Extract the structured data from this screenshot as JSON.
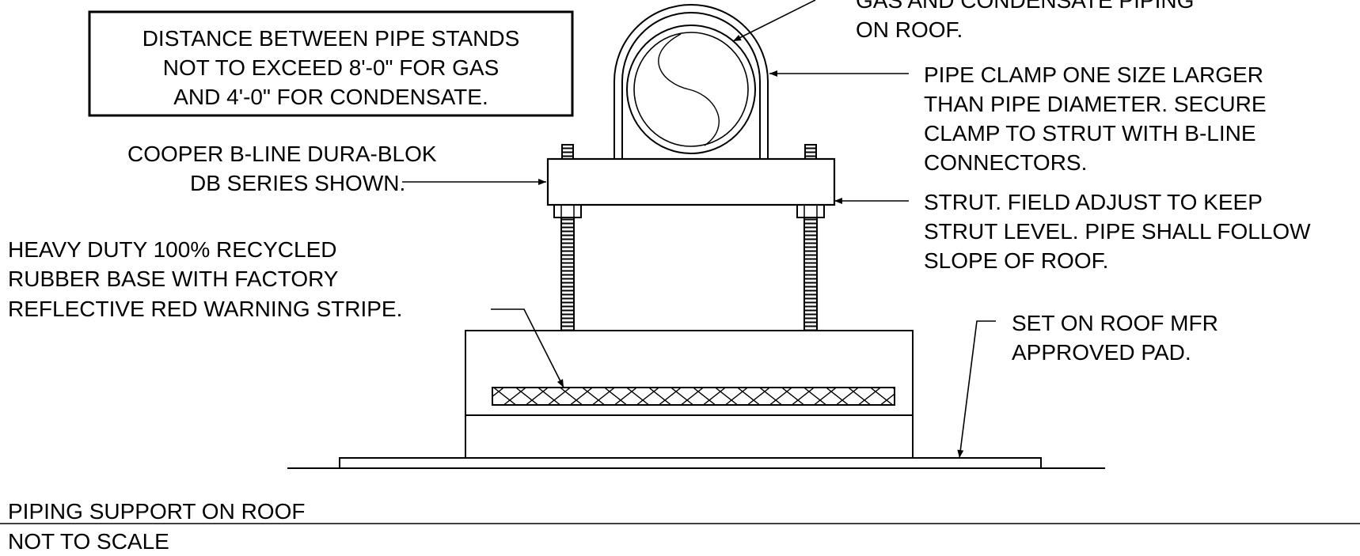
{
  "callouts": {
    "gas_condensate_line1": "GAS AND CONDENSATE PIPING",
    "gas_condensate_line2": "ON ROOF.",
    "clamp_line1": "PIPE CLAMP ONE SIZE LARGER",
    "clamp_line2": "THAN PIPE DIAMETER.  SECURE",
    "clamp_line3": "CLAMP TO STRUT WITH B-LINE",
    "clamp_line4": "CONNECTORS.",
    "strut_line1": "STRUT.  FIELD ADJUST TO KEEP",
    "strut_line2": "STRUT LEVEL. PIPE SHALL FOLLOW",
    "strut_line3": "SLOPE OF ROOF.",
    "cooper_line1": "COOPER B-LINE DURA-BLOK",
    "cooper_line2": "DB SERIES SHOWN.",
    "rubber_line1": "HEAVY DUTY 100% RECYCLED",
    "rubber_line2": "RUBBER BASE WITH FACTORY",
    "rubber_line3": "REFLECTIVE RED WARNING STRIPE.",
    "pad_line1": "SET ON ROOF MFR",
    "pad_line2": "APPROVED PAD."
  },
  "note_box": {
    "line1": "DISTANCE BETWEEN PIPE STANDS",
    "line2": "NOT TO EXCEED 8'-0\" FOR GAS",
    "line3": "AND 4'-0\" FOR CONDENSATE."
  },
  "title_block": {
    "title": "PIPING SUPPORT ON ROOF",
    "scale": "NOT TO SCALE"
  }
}
